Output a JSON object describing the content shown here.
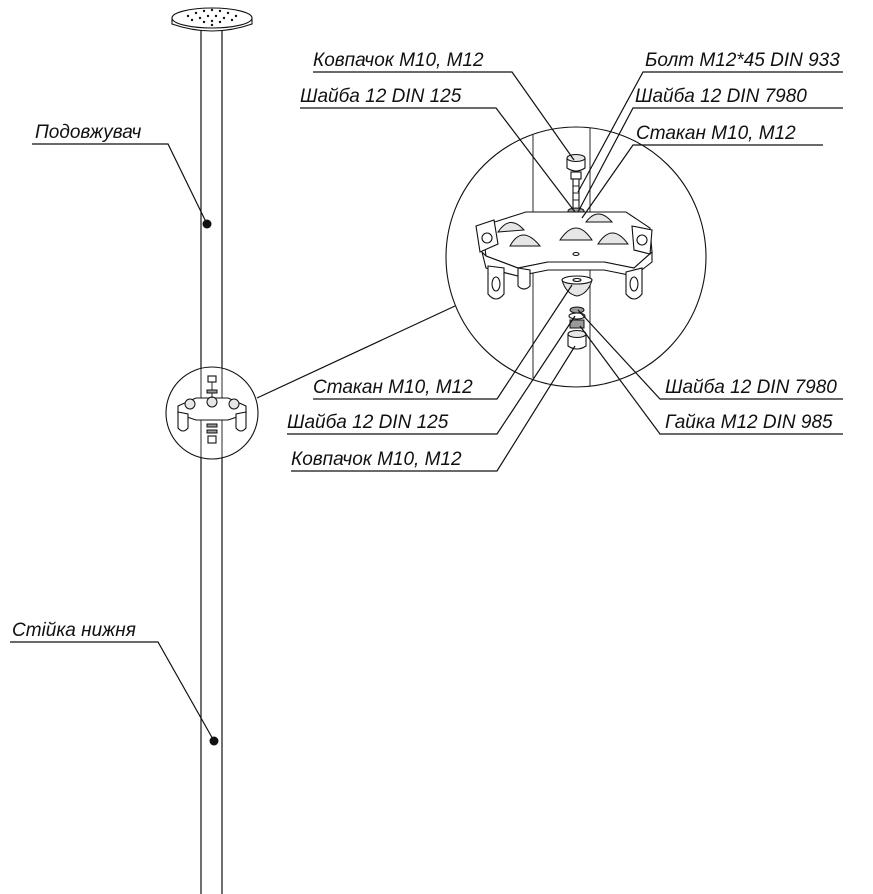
{
  "labels": {
    "extension": "Подовжувач",
    "lower_post": "Стійка нижня",
    "top_cap": "Ковпачок M10, M12",
    "top_washer_125": "Шайба 12 DIN 125",
    "bolt": "Болт M12*45 DIN 933",
    "top_washer_7980": "Шайба 12 DIN 7980",
    "top_cup": "Стакан M10, M12",
    "bottom_cup": "Стакан M10, M12",
    "bottom_washer_125": "Шайба 12 DIN 125",
    "bottom_cap": "Ковпачок M10, M12",
    "bottom_washer_7980": "Шайба 12 DIN 7980",
    "nut": "Гайка M12 DIN 985"
  },
  "icons": {
    "top_plate": "perforated-plate-icon",
    "bracket": "cross-bracket-icon"
  },
  "colors": {
    "line": "#111111",
    "background": "#ffffff",
    "shade": "#e6e6e6"
  }
}
